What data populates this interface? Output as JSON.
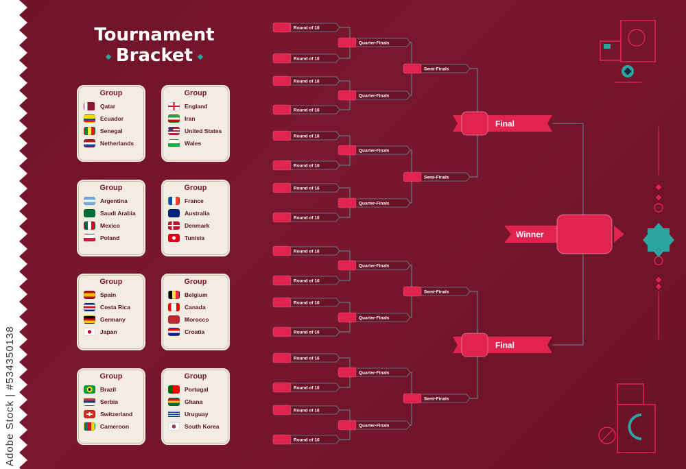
{
  "title": {
    "line1": "Tournament",
    "line2": "Bracket"
  },
  "group_label": "Group",
  "groups": [
    {
      "teams": [
        {
          "name": "Qatar",
          "flag": "qatar"
        },
        {
          "name": "Ecuador",
          "flag": "ecuador"
        },
        {
          "name": "Senegal",
          "flag": "senegal"
        },
        {
          "name": "Netherlands",
          "flag": "netherlands"
        }
      ]
    },
    {
      "teams": [
        {
          "name": "England",
          "flag": "england"
        },
        {
          "name": "Iran",
          "flag": "iran"
        },
        {
          "name": "United States",
          "flag": "usa"
        },
        {
          "name": "Wales",
          "flag": "wales"
        }
      ]
    },
    {
      "teams": [
        {
          "name": "Argentina",
          "flag": "argentina"
        },
        {
          "name": "Saudi Arabia",
          "flag": "saudi-arabia"
        },
        {
          "name": "Mexico",
          "flag": "mexico"
        },
        {
          "name": "Poland",
          "flag": "poland"
        }
      ]
    },
    {
      "teams": [
        {
          "name": "France",
          "flag": "france"
        },
        {
          "name": "Australia",
          "flag": "australia"
        },
        {
          "name": "Denmark",
          "flag": "denmark"
        },
        {
          "name": "Tunisia",
          "flag": "tunisia"
        }
      ]
    },
    {
      "teams": [
        {
          "name": "Spain",
          "flag": "spain"
        },
        {
          "name": "Costa Rica",
          "flag": "costa-rica"
        },
        {
          "name": "Germany",
          "flag": "germany"
        },
        {
          "name": "Japan",
          "flag": "japan"
        }
      ]
    },
    {
      "teams": [
        {
          "name": "Belgium",
          "flag": "belgium"
        },
        {
          "name": "Canada",
          "flag": "canada"
        },
        {
          "name": "Morocco",
          "flag": "morocco"
        },
        {
          "name": "Croatia",
          "flag": "croatia"
        }
      ]
    },
    {
      "teams": [
        {
          "name": "Brazil",
          "flag": "brazil"
        },
        {
          "name": "Serbia",
          "flag": "serbia"
        },
        {
          "name": "Switzerland",
          "flag": "switzerland"
        },
        {
          "name": "Cameroon",
          "flag": "cameroon"
        }
      ]
    },
    {
      "teams": [
        {
          "name": "Portugal",
          "flag": "portugal"
        },
        {
          "name": "Ghana",
          "flag": "ghana"
        },
        {
          "name": "Uruguay",
          "flag": "uruguay"
        },
        {
          "name": "South Korea",
          "flag": "south-korea"
        }
      ]
    }
  ],
  "bracket": {
    "round_of_16_label": "Round of 16",
    "quarter_finals_label": "Quarter-Finals",
    "semi_finals_label": "Semi-Finals",
    "final_label": "Final",
    "winner_label": "Winner"
  },
  "watermark": "Adobe Stock | #534350138",
  "colors": {
    "background": "#6e1327",
    "accent": "#e0244f",
    "card": "#f3ece3",
    "line": "#5f8f91",
    "teal": "#2aa5a0"
  }
}
